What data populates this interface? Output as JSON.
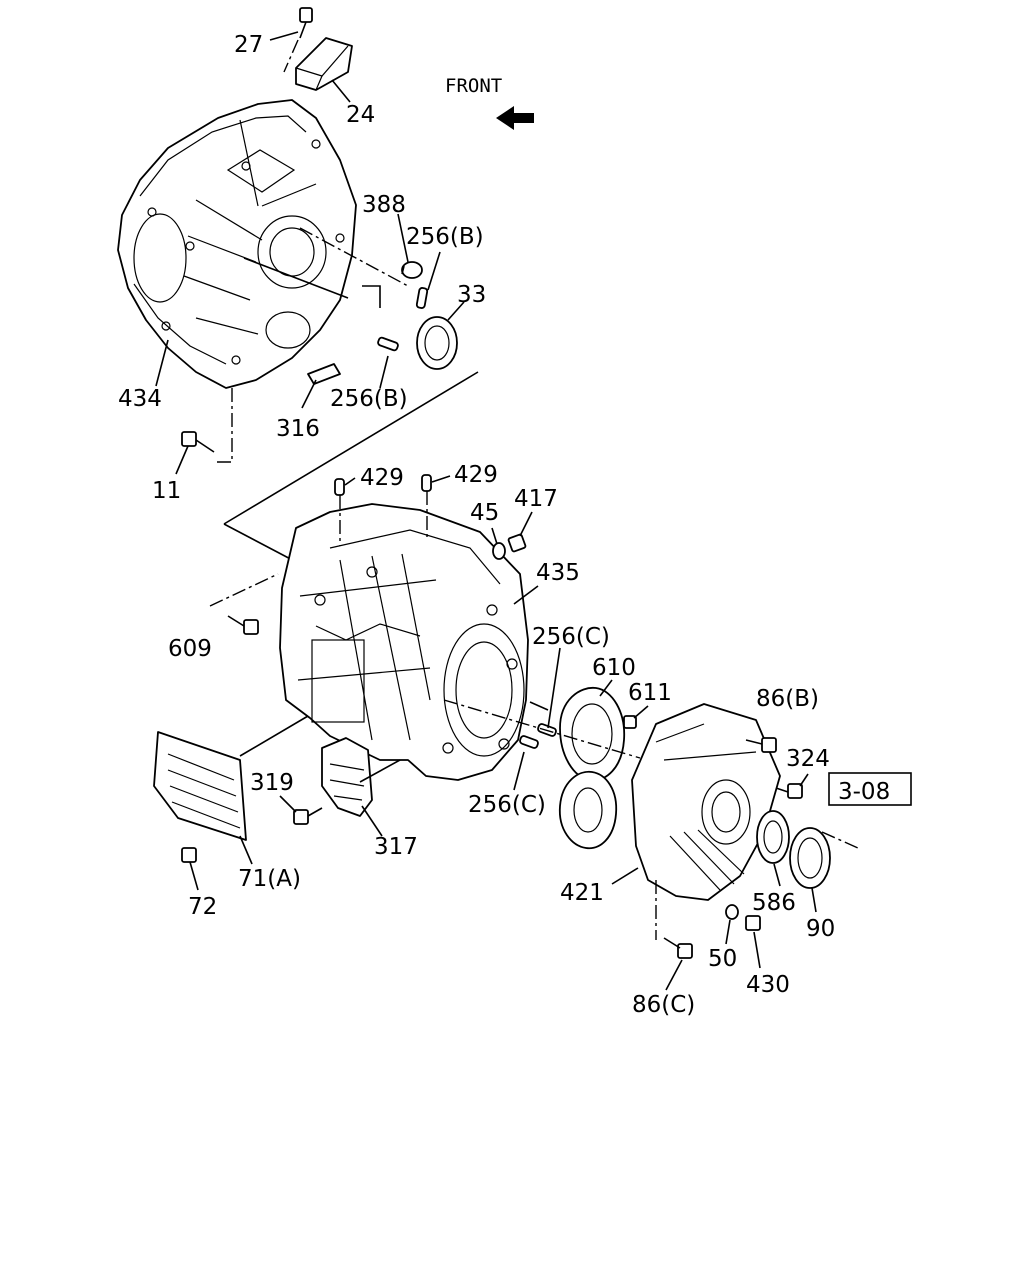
{
  "direction": {
    "label": "FRONT",
    "arrow_icon": "front-arrow-icon"
  },
  "reference": "3-08",
  "callouts": [
    "27",
    "24",
    "388",
    "256(B)",
    "33",
    "434",
    "256(B)",
    "316",
    "11",
    "429",
    "429",
    "45",
    "417",
    "435",
    "609",
    "256(C)",
    "610",
    "611",
    "86(B)",
    "324",
    "319",
    "317",
    "71(A)",
    "72",
    "256(C)",
    "421",
    "586",
    "90",
    "50",
    "430",
    "86(C)"
  ]
}
